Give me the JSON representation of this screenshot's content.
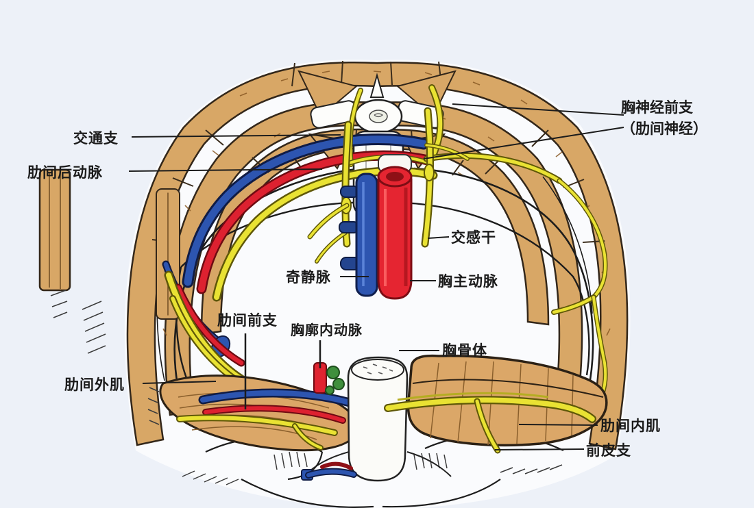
{
  "labels": {
    "thoracic_nerve_anterior_branch": {
      "line1": "胸神经前支",
      "line2": "（肋间神经）"
    },
    "communicating_branch": "交通支",
    "posterior_intercostal_artery": "肋间后动脉",
    "sympathetic_trunk": "交感干",
    "azygos_vein": "奇静脉",
    "thoracic_aorta": "胸主动脉",
    "anterior_intercostal_branch": "肋间前支",
    "internal_thoracic_artery": "胸廓内动脉",
    "sternum_body": "胸骨体",
    "external_intercostal_muscle": "肋间外肌",
    "internal_intercostal_muscle": "肋间内肌",
    "anterior_cutaneous_branch": "前皮支"
  },
  "colors": {
    "background": "#edf1f8",
    "bone_tan": "#d8a766",
    "muscle_tan": "#dba768",
    "artery_red": "#e02430",
    "vein_blue": "#2d55b0",
    "nerve_yellow": "#e9e233",
    "lymph_green": "#3f8f3d",
    "outline_black": "#1c1c1c"
  }
}
